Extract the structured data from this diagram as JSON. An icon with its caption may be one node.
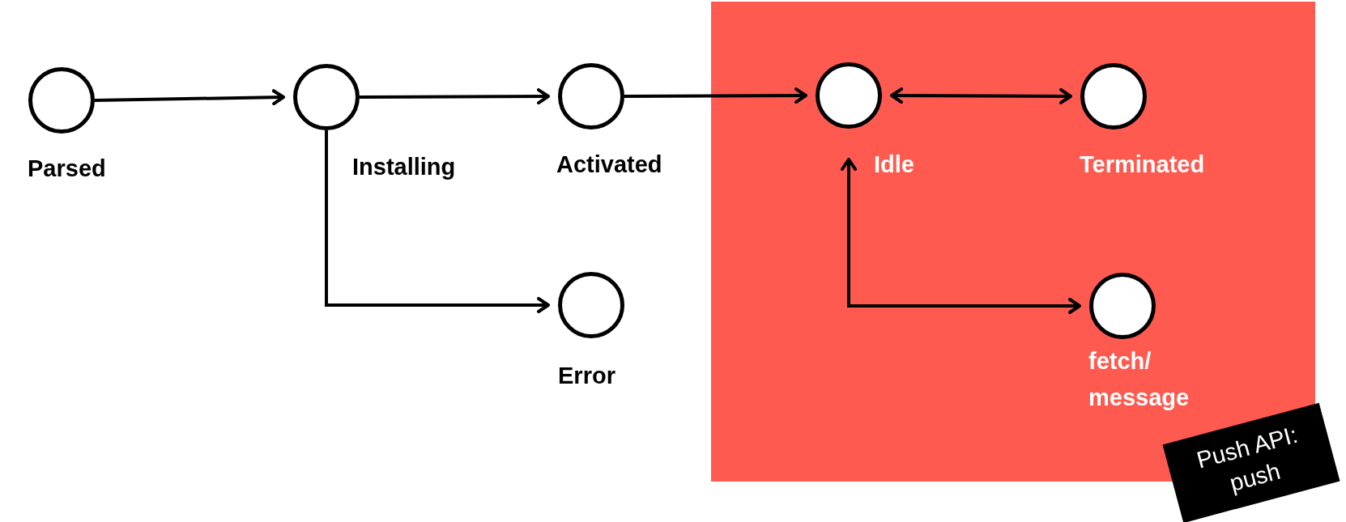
{
  "diagram": {
    "nodes": [
      {
        "text": [],
        "shape": "circle",
        "beside": [
          "Parsed"
        ]
      },
      {
        "text": [],
        "shape": "circle",
        "beside": [
          "Installing"
        ]
      },
      {
        "text": [],
        "shape": "circle",
        "beside": [
          "Activated"
        ]
      },
      {
        "text": [],
        "shape": "circle",
        "beside": [
          "Error"
        ]
      },
      {
        "text": [],
        "shape": "box"
      },
      {
        "text": [],
        "shape": "circle",
        "beside": [
          "Idle"
        ],
        "in": 4
      },
      {
        "text": [],
        "shape": "circle",
        "beside": [
          "Terminated"
        ],
        "in": 4
      },
      {
        "text": [],
        "shape": "circle",
        "beside": [
          "fetch/ message"
        ],
        "in": 4
      },
      {
        "text": [
          "Push API: push"
        ]
      }
    ],
    "edges": [
      {
        "from": 0,
        "to": 1,
        "arrow": "to"
      },
      {
        "from": 1,
        "to": 2,
        "arrow": "to"
      },
      {
        "from": 1,
        "to": 3,
        "arrow": "to"
      },
      {
        "from": 2,
        "to": 5,
        "arrow": "to"
      },
      {
        "from": 5,
        "to": 6,
        "arrow": "both"
      },
      {
        "from": 5,
        "to": 7,
        "arrow": "both"
      }
    ]
  }
}
